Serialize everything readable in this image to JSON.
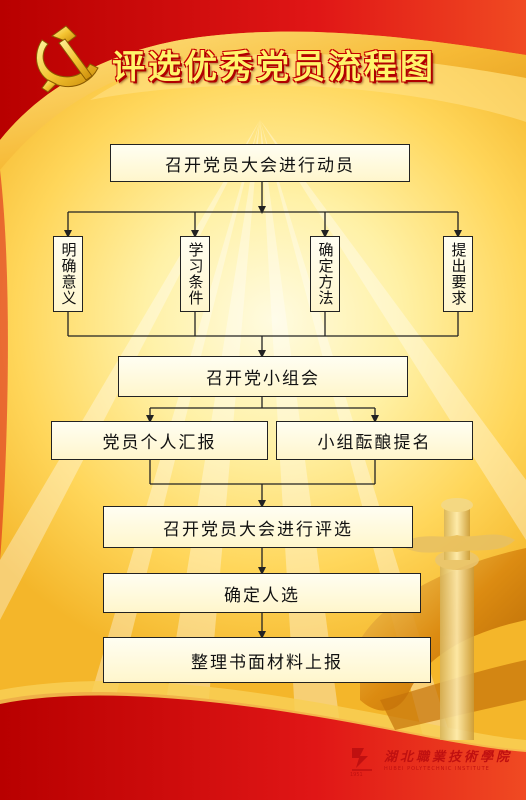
{
  "title": "评选优秀党员流程图",
  "flow": {
    "step1": "召开党员大会进行动员",
    "branches": [
      "明确意义",
      "学习条件",
      "确定方法",
      "提出要求"
    ],
    "step2": "召开党小组会",
    "sub_left": "党员个人汇报",
    "sub_right": "小组酝酿提名",
    "step3": "召开党员大会进行评选",
    "step4": "确定人选",
    "step5": "整理书面材料上报"
  },
  "footer": {
    "institution": "湖北職業技術學院",
    "institution_en": "HUBEI POLYTECHNIC INSTITUTE",
    "year": "1951"
  },
  "colors": {
    "red": "#d30f0f",
    "gold": "#f7c640",
    "title_fill": "#fff46a"
  }
}
